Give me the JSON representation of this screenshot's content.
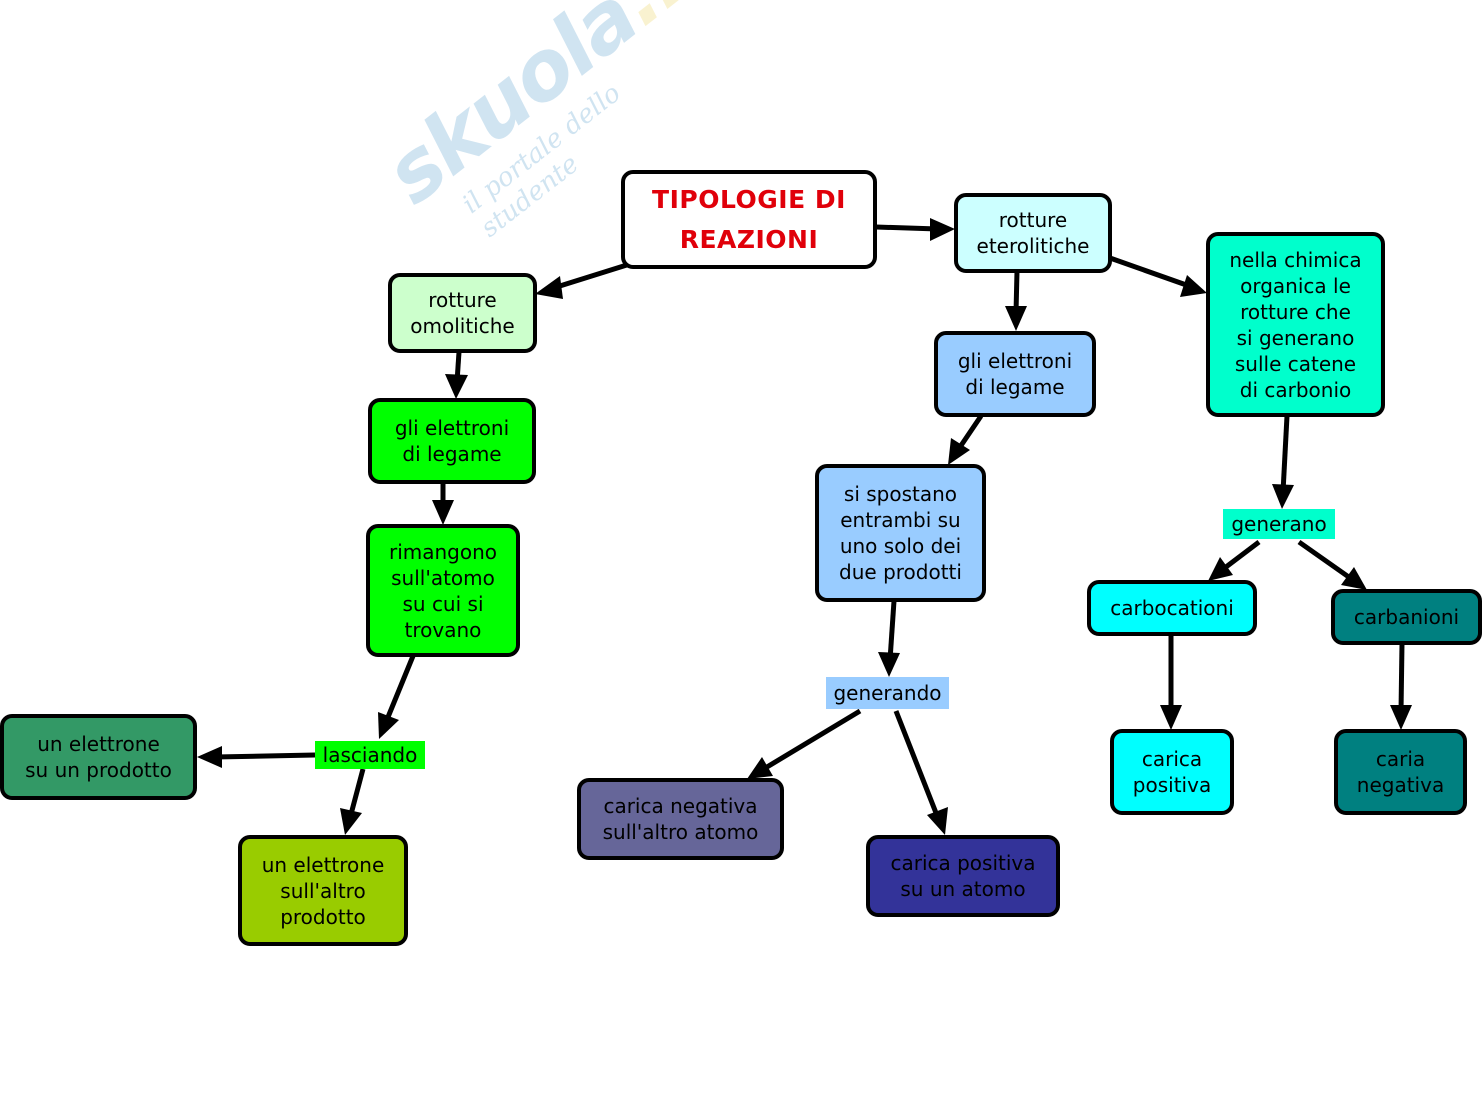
{
  "watermark": {
    "brand": "skuola",
    "brand_suffix": ".net",
    "tagline": "il portale dello studente"
  },
  "nodes": {
    "title": "TIPOLOGIE DI\nREAZIONI",
    "omolitiche": "rotture\nomolitiche",
    "eterolitiche": "rotture\neterolitiche",
    "organica": "nella chimica\norganica le\nrotture che\nsi generano\nsulle catene\ndi carbonio",
    "om_elettroni": "gli  elettroni\ndi legame",
    "et_elettroni": "gli elettroni\ndi legame",
    "rimangono": "rimangono\nsull'atomo\nsu cui si\ntrovano",
    "spostano": "si spostano\nentrambi su\nuno solo dei\ndue prodotti",
    "un_elettrone_prodotto": "un elettrone\nsu un prodotto",
    "un_elettrone_altro": "un elettrone\nsull'altro\nprodotto",
    "carica_negativa_altro": "carica negativa\nsull'altro atomo",
    "carica_positiva_atomo": "carica positiva\nsu un atomo",
    "carbocationi": "carbocationi",
    "carbanioni": "carbanioni",
    "carica_positiva": "carica\npositiva",
    "caria_negativa": "caria\nnegativa"
  },
  "labels": {
    "lasciando": "lasciando",
    "generando": "generando",
    "generano": "generano"
  },
  "colors": {
    "title_text": "#e0000a",
    "omolitiche": "#ccffcc",
    "eterolitiche": "#ccffff",
    "organica": "#00ffcc",
    "om_elettroni": "#00ff00",
    "rimangono": "#00ff00",
    "et_elettroni": "#99ccff",
    "spostano": "#99ccff",
    "un_elettrone_prodotto": "#339966",
    "un_elettrone_altro": "#99cc00",
    "carica_negativa_altro": "#666699",
    "carica_positiva_atomo": "#333399",
    "carbocationi": "#00ffff",
    "carica_positiva": "#00ffff",
    "carbanioni": "#008080",
    "caria_negativa": "#008080",
    "lasciando": "#00ff00",
    "generando": "#99ccff",
    "generano": "#00ffcc"
  },
  "edges": [
    [
      "title",
      "omolitiche"
    ],
    [
      "title",
      "eterolitiche"
    ],
    [
      "eterolitiche",
      "organica"
    ],
    [
      "omolitiche",
      "om_elettroni"
    ],
    [
      "om_elettroni",
      "rimangono"
    ],
    [
      "rimangono",
      "lasciando"
    ],
    [
      "lasciando",
      "un_elettrone_prodotto"
    ],
    [
      "lasciando",
      "un_elettrone_altro"
    ],
    [
      "eterolitiche",
      "et_elettroni"
    ],
    [
      "et_elettroni",
      "spostano"
    ],
    [
      "spostano",
      "generando"
    ],
    [
      "generando",
      "carica_negativa_altro"
    ],
    [
      "generando",
      "carica_positiva_atomo"
    ],
    [
      "organica",
      "generano"
    ],
    [
      "generano",
      "carbocationi"
    ],
    [
      "generano",
      "carbanioni"
    ],
    [
      "carbocationi",
      "carica_positiva"
    ],
    [
      "carbanioni",
      "caria_negativa"
    ]
  ]
}
